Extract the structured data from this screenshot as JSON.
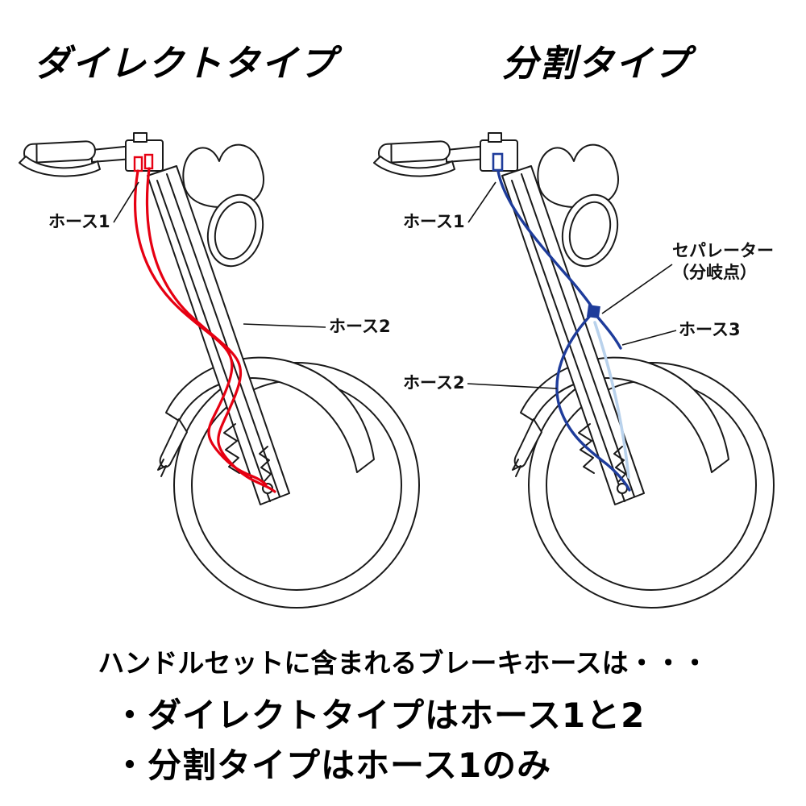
{
  "titles": {
    "left": "ダイレクトタイプ",
    "right": "分割タイプ"
  },
  "left_diagram": {
    "labels": {
      "hose1": "ホース1",
      "hose2": "ホース2"
    }
  },
  "right_diagram": {
    "labels": {
      "hose1": "ホース1",
      "hose2": "ホース2",
      "hose3": "ホース3",
      "separator_line1": "セパレーター",
      "separator_line2": "（分岐点）"
    }
  },
  "footer": {
    "intro": "ハンドルセットに含まれるブレーキホースは・・・",
    "bullet1": "・ダイレクトタイプはホース1と2",
    "bullet2": "・分割タイプはホース1のみ"
  },
  "colors": {
    "hose_red": "#e60012",
    "hose_blue": "#1e3c9b",
    "hose_blue_light": "#b9d2ec",
    "line": "#1a1a1a"
  }
}
